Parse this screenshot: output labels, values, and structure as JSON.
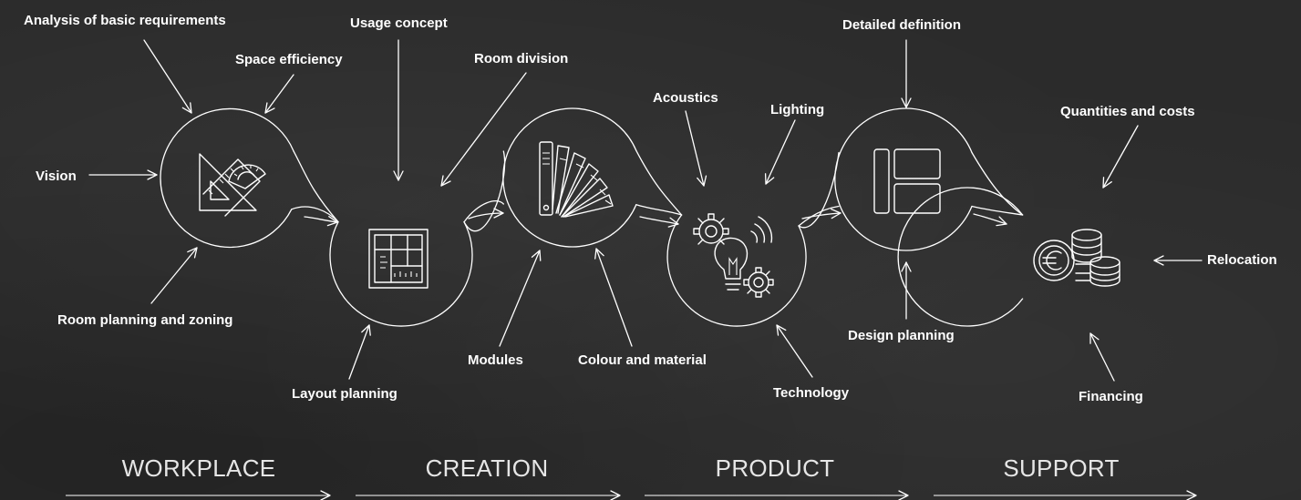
{
  "labels": {
    "analysis": "Analysis of basic requirements",
    "space_efficiency": "Space efficiency",
    "usage_concept": "Usage concept",
    "room_division": "Room division",
    "detailed_definition": "Detailed definition",
    "acoustics": "Acoustics",
    "lighting": "Lighting",
    "quantities_costs": "Quantities and costs",
    "vision": "Vision",
    "relocation": "Relocation",
    "room_planning": "Room planning and zoning",
    "layout_planning": "Layout planning",
    "modules": "Modules",
    "colour_material": "Colour and material",
    "technology": "Technology",
    "design_planning": "Design planning",
    "financing": "Financing"
  },
  "phases": [
    "WORKPLACE",
    "CREATION",
    "PRODUCT",
    "SUPPORT"
  ],
  "icons": [
    "ruler-triangle-protractor-icon",
    "floor-plan-grid-icon",
    "colour-fan-icon",
    "gears-lightbulb-icon",
    "layout-panels-icon",
    "euro-coins-icon"
  ],
  "colors": {
    "background": "#2b2b2b",
    "chalk": "#ffffff"
  }
}
